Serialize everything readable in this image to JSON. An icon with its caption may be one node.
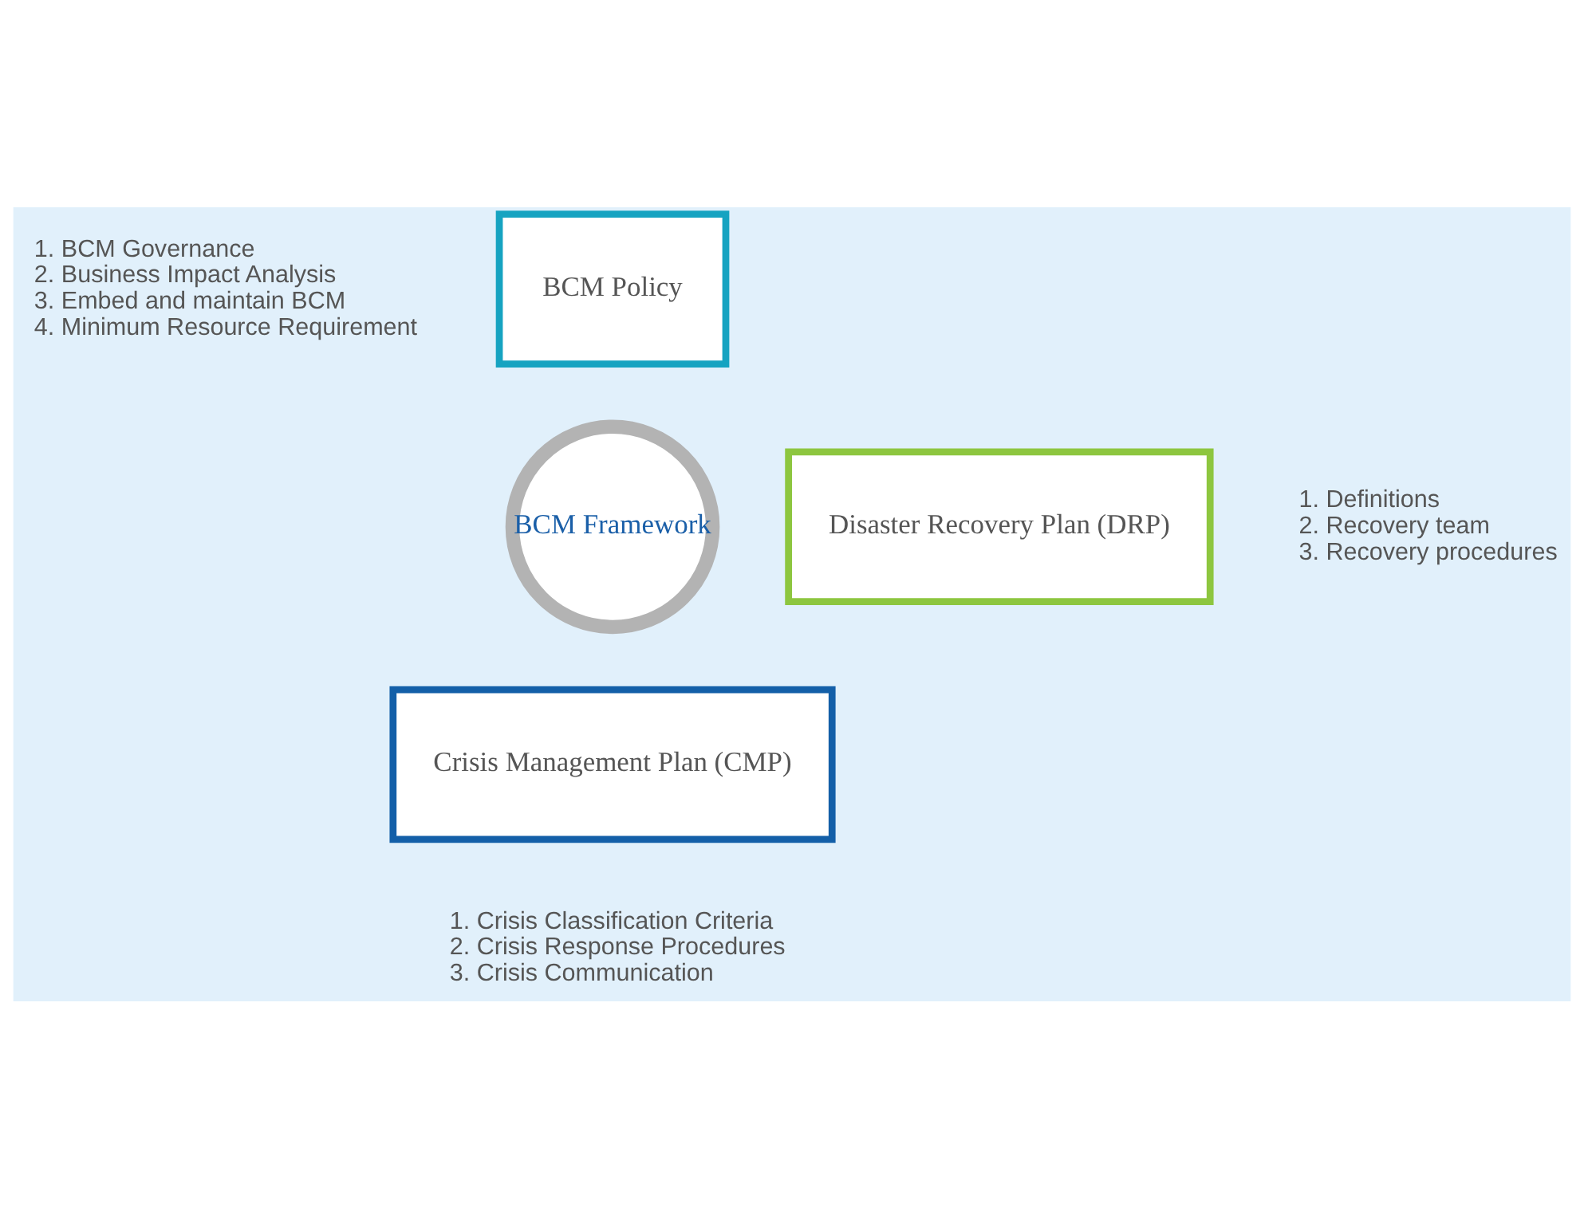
{
  "diagram": {
    "nodes": [
      {
        "text": [
          "BCM Framework"
        ]
      },
      {
        "text": [
          "BCM Policy"
        ],
        "beside": [
          "1. BCM Governance",
          "2. Business Impact Analysis",
          "3. Embed and maintain BCM",
          "4. Minimum Resource Requirement"
        ]
      },
      {
        "text": [
          "Disaster Recovery Plan (DRP)"
        ],
        "beside": [
          "1. Definitions",
          "2. Recovery team",
          "3. Recovery procedures"
        ]
      },
      {
        "text": [
          "Crisis Management Plan (CMP)"
        ],
        "beside": [
          "1. Crisis Classification Criteria",
          "2. Crisis Response Procedures",
          "3. Crisis Communication"
        ]
      }
    ],
    "edges": []
  }
}
